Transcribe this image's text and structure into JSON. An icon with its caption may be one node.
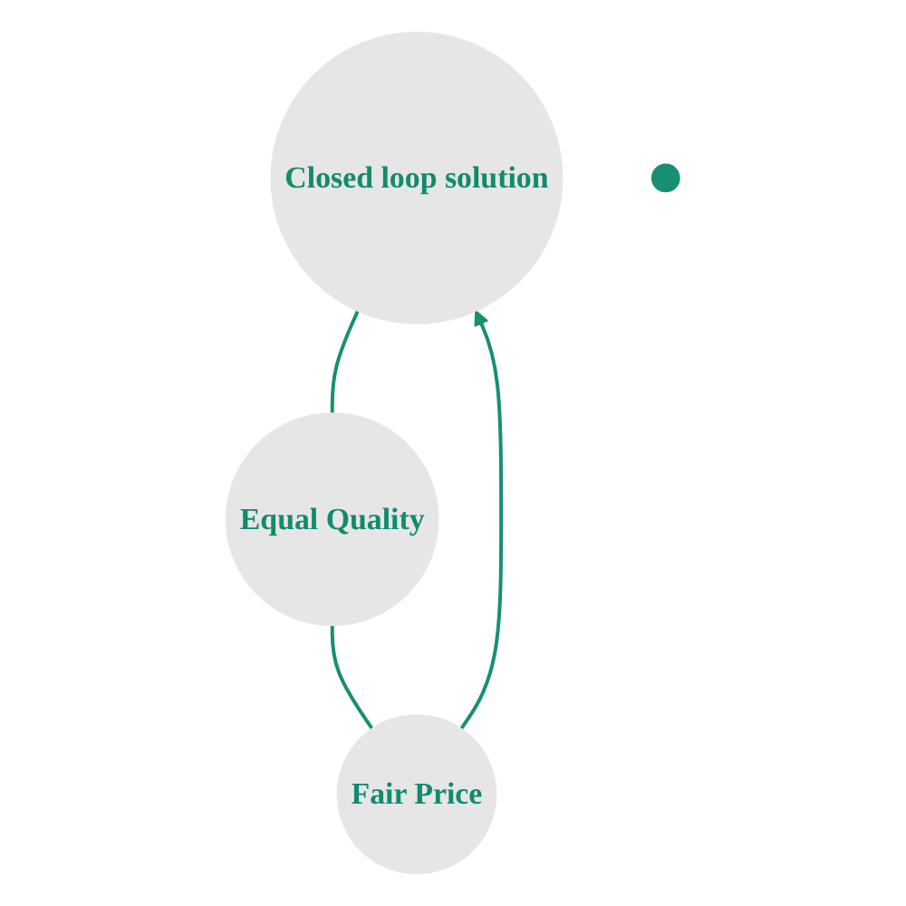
{
  "diagram": {
    "nodes": [
      {
        "text": [
          "Closed loop solution"
        ]
      },
      {
        "text": [
          "Equal Quality"
        ]
      },
      {
        "text": [
          "Fair Price"
        ]
      },
      {
        "text": [],
        "shape": "circle"
      }
    ],
    "edges": [
      {
        "from": 0,
        "to": 1,
        "arrow": "none"
      },
      {
        "from": 1,
        "to": 2,
        "arrow": "none"
      },
      {
        "from": 2,
        "to": 0,
        "arrow": "to"
      }
    ]
  }
}
